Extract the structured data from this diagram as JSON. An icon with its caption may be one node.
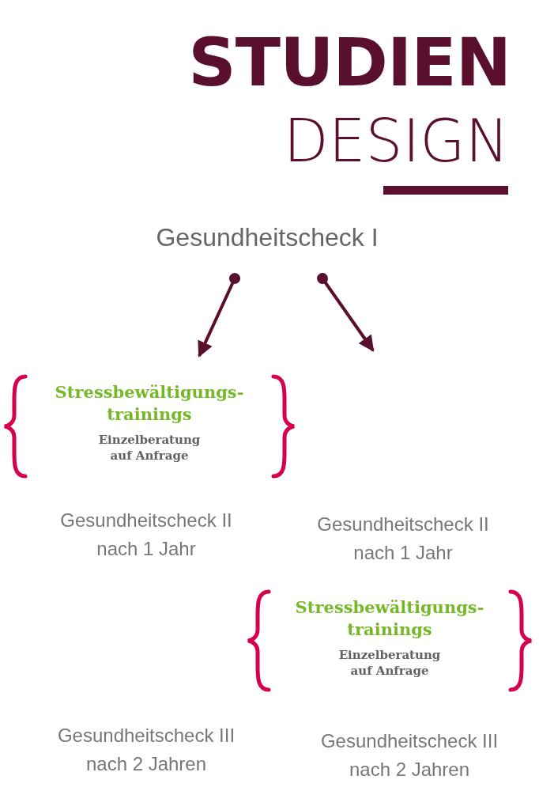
{
  "diagram": {
    "title": "STUDIEN DESIGN",
    "nodes": [
      {
        "text": [
          "Gesundheitscheck I"
        ]
      },
      {
        "text": [
          "Stressbewältigungs- trainings",
          "Einzelberatung auf Anfrage"
        ]
      },
      {
        "text": [
          "Stressbewältigungs- trainings",
          "Einzelberatung auf Anfrage"
        ]
      }
    ],
    "edges": [
      {
        "from": 0,
        "to": 1,
        "arrow": "to"
      },
      {
        "from": 0,
        "to": null,
        "arrow": "to"
      }
    ],
    "labels": [
      "Gesundheitscheck II nach 1 Jahr",
      "Gesundheitscheck II nach 1 Jahr",
      "Gesundheitscheck III nach 2 Jahren",
      "Gesundheitscheck III nach 2 Jahren"
    ]
  }
}
